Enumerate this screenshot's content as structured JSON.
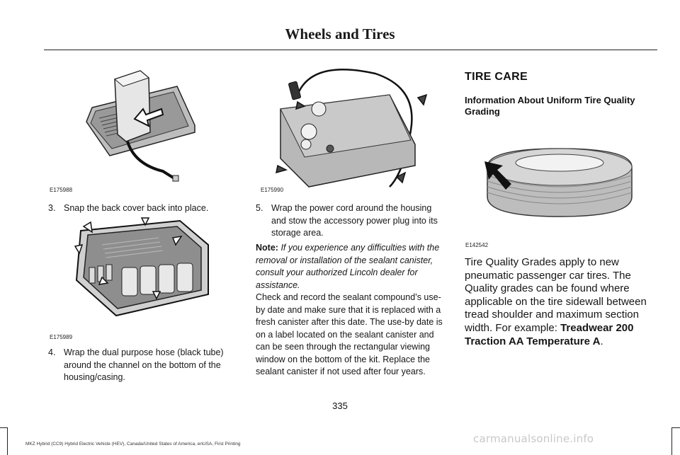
{
  "header": {
    "title": "Wheels and Tires"
  },
  "figures": {
    "fig1": "E175988",
    "fig2": "E175989",
    "fig3": "E175990",
    "fig4": "E142542"
  },
  "col1": {
    "step3": {
      "num": "3.",
      "text": "Snap the back cover back into place."
    },
    "step4": {
      "num": "4.",
      "text": "Wrap the dual purpose hose (black tube) around the channel on the bottom of the housing/casing."
    }
  },
  "col2": {
    "step5": {
      "num": "5.",
      "text": "Wrap the power cord around the housing and stow the accessory power plug into its storage area."
    },
    "note_label": "Note:",
    "note_text": "If you experience any difficulties with the removal or installation of the sealant canister, consult your authorized Lincoln dealer for assistance.",
    "para": "Check and record the sealant compound’s use-by date and make sure that it is replaced with a fresh canister after this date. The use-by date is on a label located on the sealant canister and can be seen through the rectangular viewing window on the bottom of the kit. Replace the sealant canister if not used after four years."
  },
  "col3": {
    "section_title": "TIRE CARE",
    "subtitle": "Information About Uniform Tire Quality Grading",
    "para_start": "Tire Quality Grades apply to new pneumatic passenger car tires. The Quality grades can be found where applicable on the tire sidewall between tread shoulder and maximum section width. For example:",
    "para_bold": "Treadwear 200 Traction AA Temperature A",
    "para_end": "."
  },
  "page_number": "335",
  "footer": "MKZ Hybrid (CC9) Hybrid Electric Vehicle (HEV), Canada/United States of America, enUSA, First Printing",
  "watermark": "carmanualsonline.info"
}
